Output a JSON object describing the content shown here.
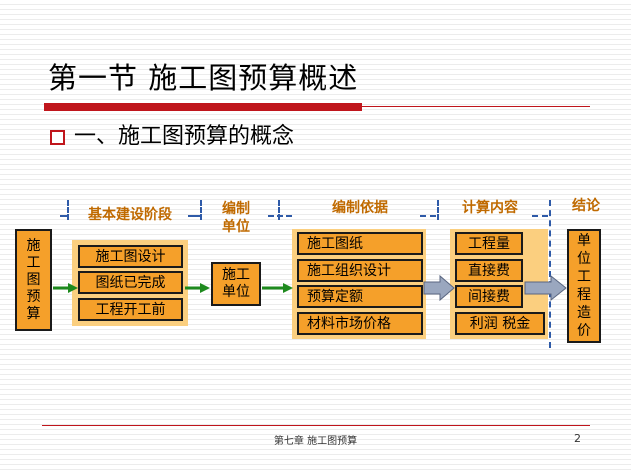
{
  "slide": {
    "title": "第一节  施工图预算概述",
    "subtitle": "一、施工图预算的概念"
  },
  "diagram": {
    "headers": {
      "stage": "基本建设阶段",
      "unit_l1": "编制",
      "unit_l2": "单位",
      "basis": "编制依据",
      "content": "计算内容",
      "result": "结论"
    },
    "left_box": [
      "施",
      "工",
      "图",
      "预",
      "算"
    ],
    "stages": [
      "施工图设计",
      "图纸已完成",
      "工程开工前"
    ],
    "unit_box": [
      "施工",
      "单位"
    ],
    "basis_items": [
      "施工图纸",
      "施工组织设计",
      "预算定额",
      "材料市场价格"
    ],
    "content_items": [
      "工程量",
      "直接费",
      "间接费",
      "利润 税金"
    ],
    "result_box": [
      "单",
      "位",
      "工",
      "程",
      "造",
      "价"
    ],
    "colors": {
      "box_fill": "#f5a02a",
      "panel_fill": "#fbcf7f",
      "header_text": "#c06a00",
      "green_arrow": "#1e8a1e",
      "block_arrow": "#9aa7bf",
      "accent_red": "#c0161c",
      "dash_blue": "#2e5aa8"
    }
  },
  "footer": {
    "chapter": "第七章 施工图预算",
    "page": "2"
  }
}
